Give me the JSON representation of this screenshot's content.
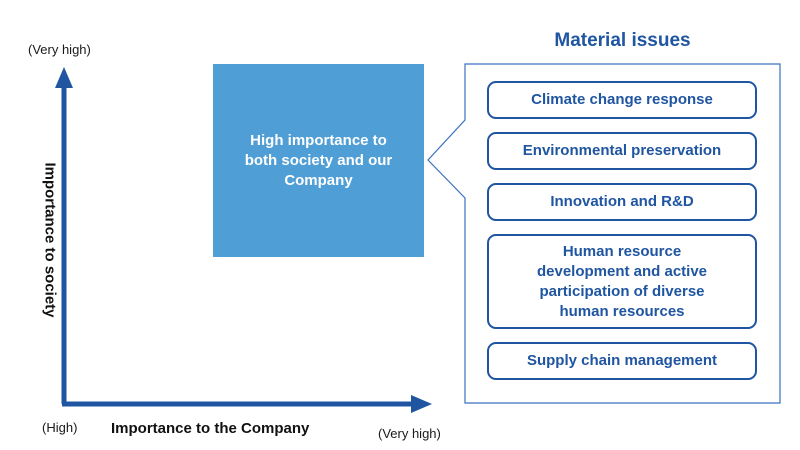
{
  "y_axis": {
    "top_label": "(Very high)",
    "title": "Importance to society"
  },
  "x_axis": {
    "origin_label": "(High)",
    "title": "Importance to the Company",
    "end_label": "(Very high)"
  },
  "highlight": {
    "text": "High importance to\nboth society and our\nCompany"
  },
  "panel": {
    "title": "Material issues",
    "items": [
      {
        "label": "Climate change response"
      },
      {
        "label": "Environmental preservation"
      },
      {
        "label": "Innovation and R&D"
      },
      {
        "label": "Human resource\ndevelopment and active\nparticipation of diverse\nhuman resources"
      },
      {
        "label": "Supply chain management"
      }
    ]
  },
  "colors": {
    "axis": "#1f55a1",
    "highlight_fill": "#4f9ed6",
    "panel_border": "#3a72c0",
    "pill_border": "#1f55a1",
    "pill_text": "#1f55a1"
  }
}
